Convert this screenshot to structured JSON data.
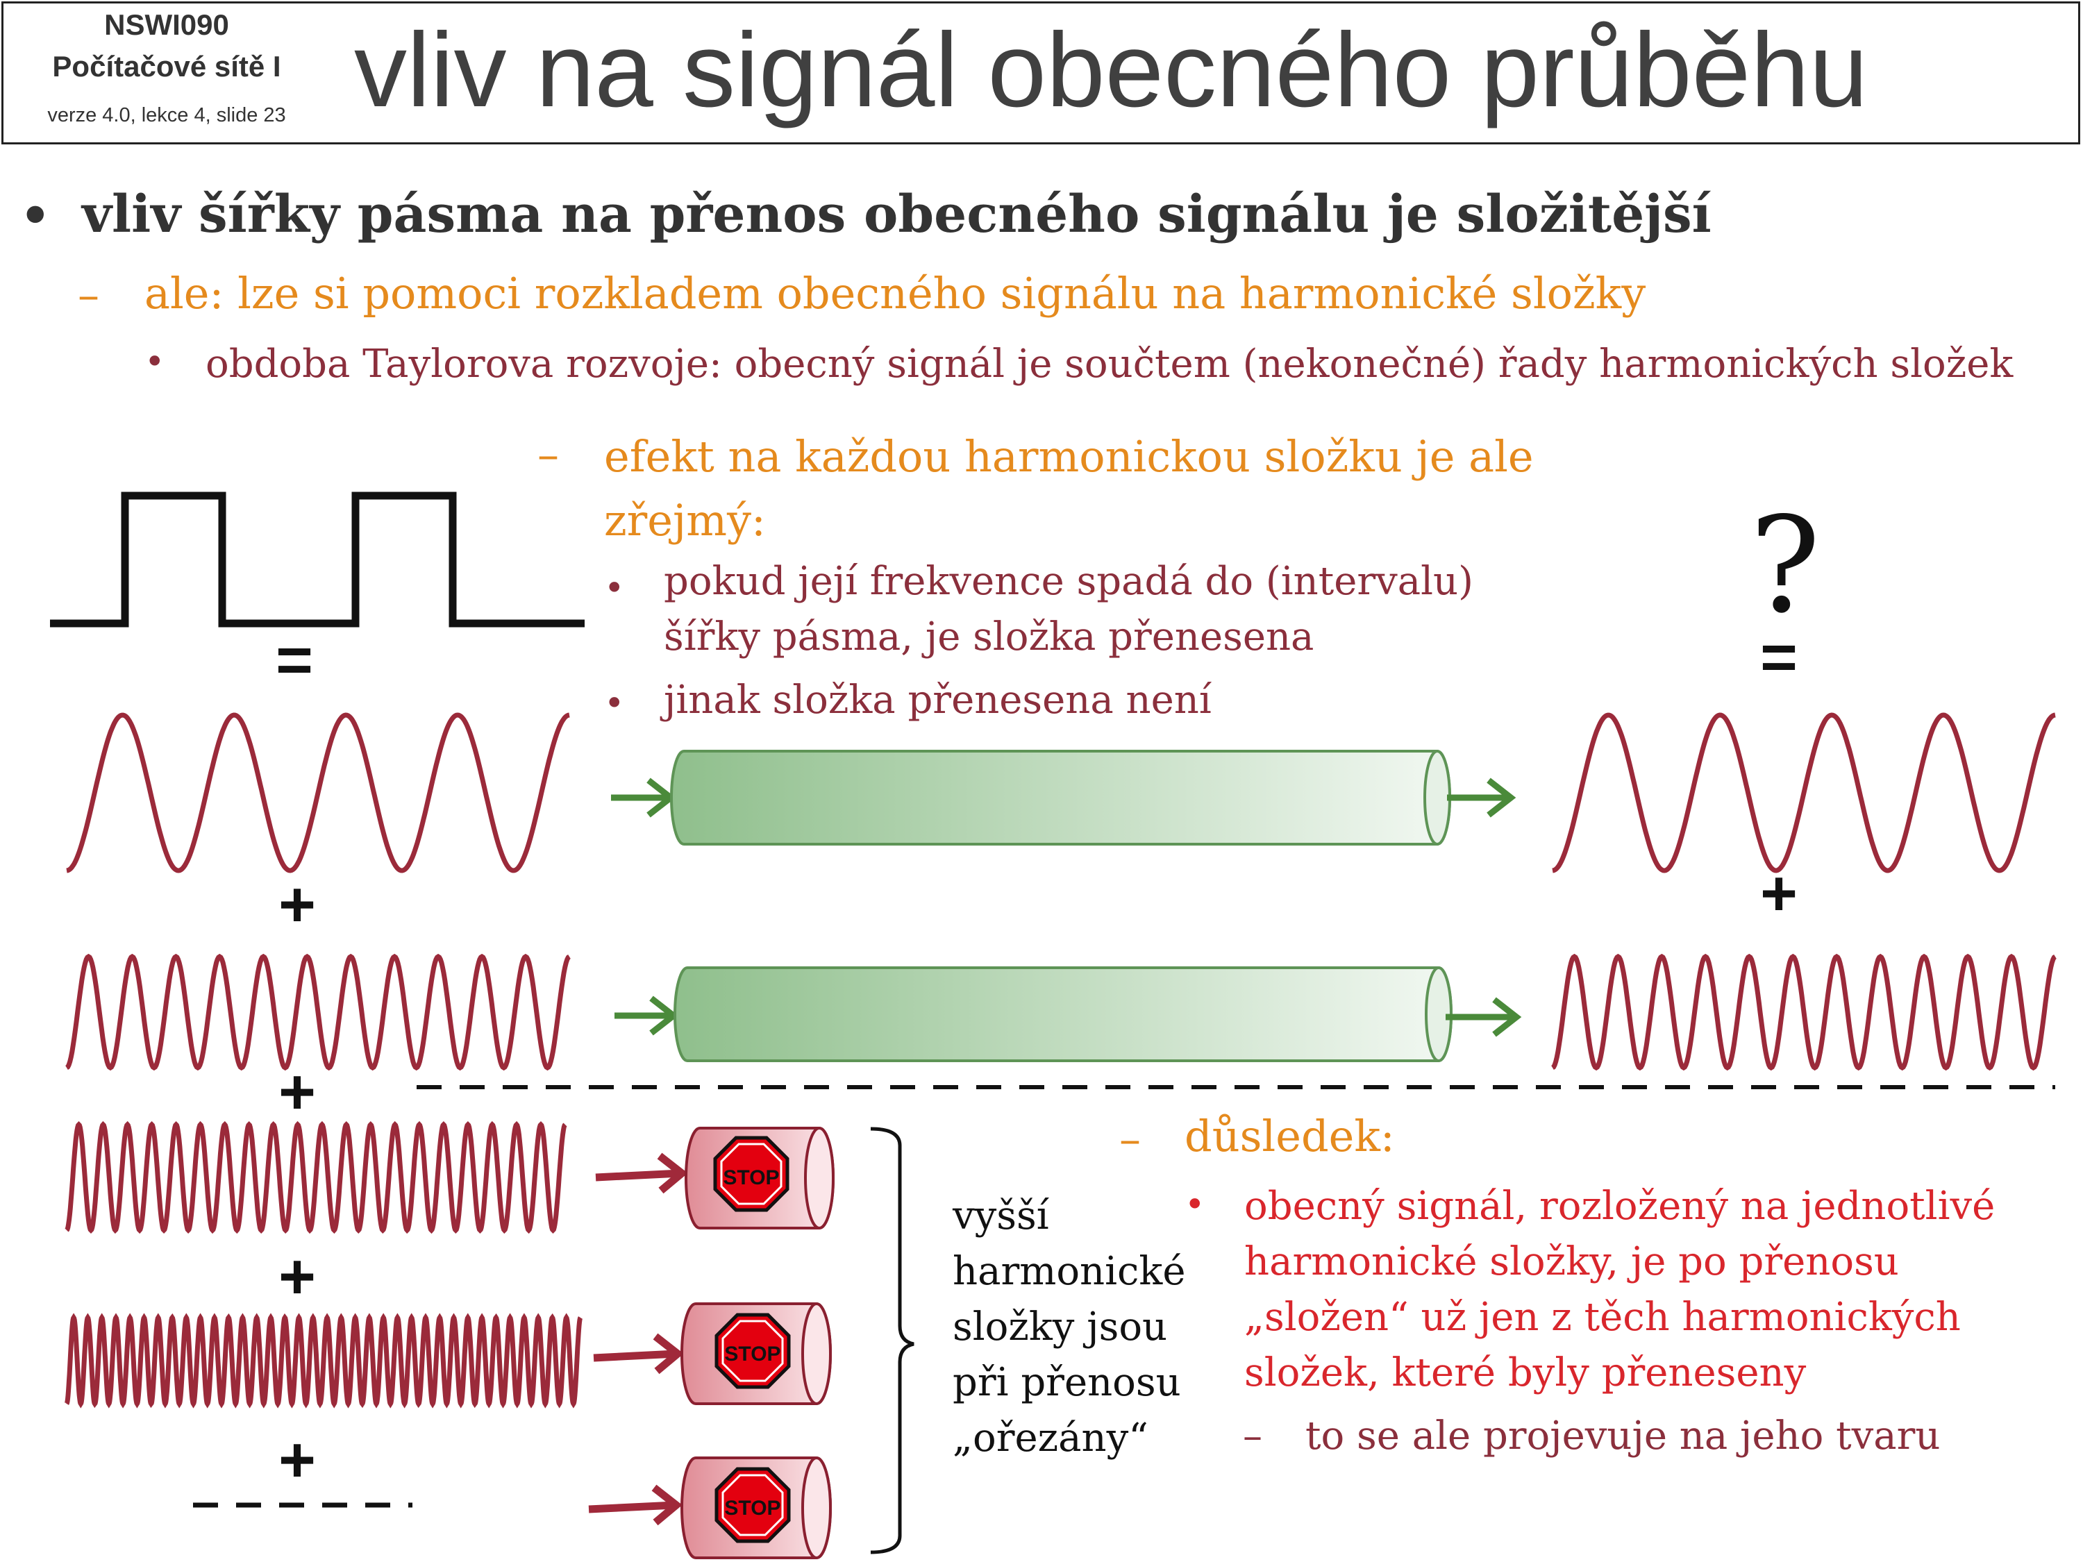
{
  "header": {
    "course_code": "NSWI090",
    "course_name": "Počítačové sítě I",
    "version": "verze 4.0, lekce 4, slide 23",
    "title": "vliv na signál obecného průběhu"
  },
  "bullets": {
    "level1": "vliv šířky pásma na přenos obecného signálu je složitější",
    "level2": "ale: lze si pomoci rozkladem obecného signálu  na harmonické složky",
    "level3": "obdoba Taylorova rozvoje: obecný signál je součtem (nekonečné) řady harmonických složek"
  },
  "effect": {
    "text": "efekt na každou harmonickou složku je ale zřejmý:",
    "bullet1": "pokud její frekvence spadá do (intervalu) šířky pásma, je složka přenesena",
    "bullet2": "jinak složka přenesena není"
  },
  "diagram": {
    "equals": "=",
    "plus": "+",
    "question_mark": "?",
    "stop_label": "STOP",
    "brace_text": "vyšší harmonické složky jsou při přenosu „ořezány“",
    "colors": {
      "wave": "#9b2a3a",
      "pipe_green": "#86b886",
      "arrow_green": "#4a8a3a",
      "pipe_red": "#e8a0a8",
      "stop_red": "#e3000f"
    }
  },
  "result": {
    "heading": "důsledek:",
    "bullet1": "obecný signál, rozložený na jednotlivé harmonické složky, je po přenosu „složen“ už jen z těch harmonických složek, které byly přeneseny",
    "sub_bullet": "to se ale projevuje na jeho tvaru"
  },
  "glyphs": {
    "bullet": "•",
    "dash": "–"
  }
}
